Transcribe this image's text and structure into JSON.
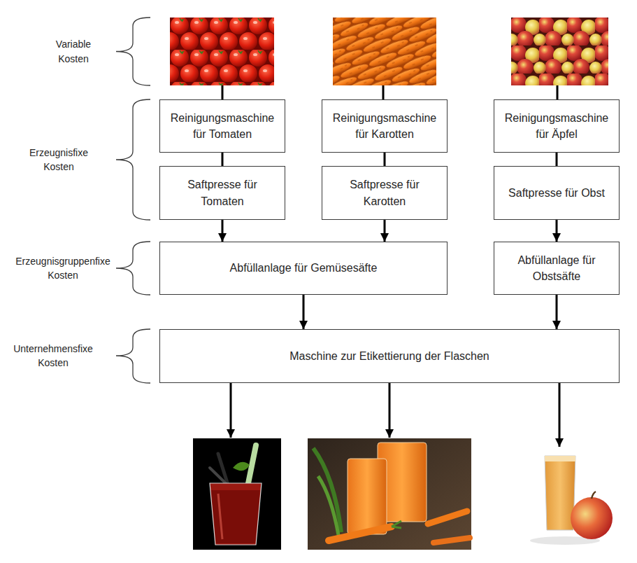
{
  "diagram": {
    "nodes": [
      {
        "text": [
          "Reinigungsmaschine für Tomaten"
        ]
      },
      {
        "text": [
          "Reinigungsmaschine für Karotten"
        ]
      },
      {
        "text": [
          "Reinigungsmaschine für Äpfel"
        ]
      },
      {
        "text": [
          "Saftpresse für Tomaten"
        ]
      },
      {
        "text": [
          "Saftpresse für Karotten"
        ]
      },
      {
        "text": [
          "Saftpresse für Obst"
        ]
      },
      {
        "text": [
          "Abfüllanlage für Gemüsesäfte"
        ]
      },
      {
        "text": [
          "Abfüllanlage für Obstsäfte"
        ]
      },
      {
        "text": [
          "Maschine zur Etikettierung der Flaschen"
        ]
      }
    ],
    "edges": [
      {
        "from": 0,
        "to": 3,
        "arrow": "none"
      },
      {
        "from": 1,
        "to": 4,
        "arrow": "none"
      },
      {
        "from": 2,
        "to": 5,
        "arrow": "none"
      },
      {
        "from": 3,
        "to": 6,
        "arrow": "to"
      },
      {
        "from": 4,
        "to": 6,
        "arrow": "to"
      },
      {
        "from": 5,
        "to": 7,
        "arrow": "to"
      },
      {
        "from": 6,
        "to": 8,
        "arrow": "to"
      },
      {
        "from": 7,
        "to": 8,
        "arrow": "to"
      }
    ],
    "labels": [
      "Variable Kosten",
      "Erzeugnisfixe Kosten",
      "Erzeugnisgruppenfixe Kosten",
      "Unternehmensfixe Kosten"
    ]
  }
}
